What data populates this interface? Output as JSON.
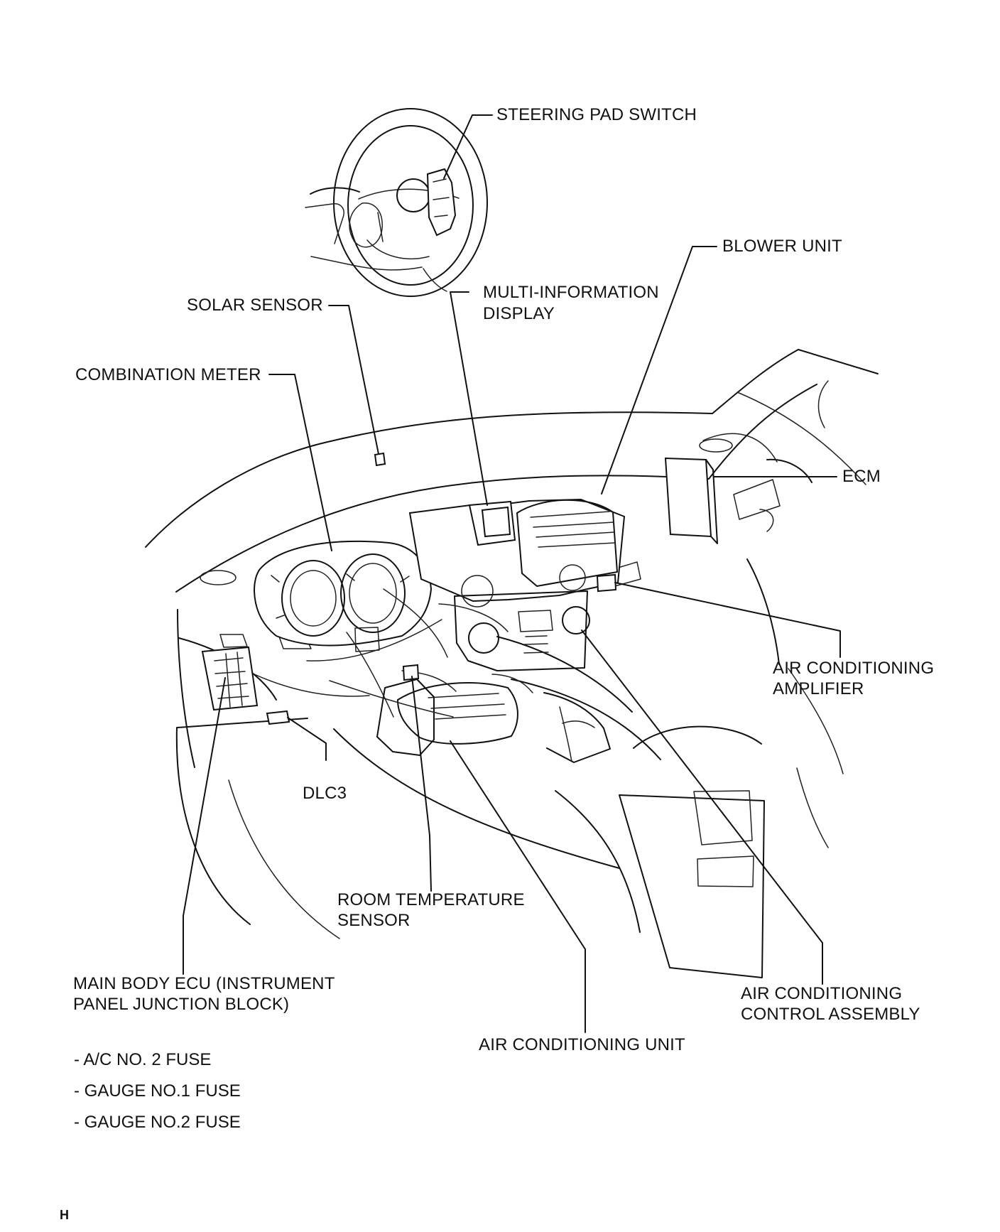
{
  "labels": {
    "steering_pad_switch": "STEERING PAD SWITCH",
    "blower_unit": "BLOWER UNIT",
    "multi_information_display_line1": "MULTI-INFORMATION",
    "multi_information_display_line2": "DISPLAY",
    "solar_sensor": "SOLAR SENSOR",
    "combination_meter": "COMBINATION METER",
    "ecm": "ECM",
    "air_conditioning_amplifier_line1": "AIR CONDITIONING",
    "air_conditioning_amplifier_line2": "AMPLIFIER",
    "dlc3": "DLC3",
    "room_temperature_sensor_line1": "ROOM TEMPERATURE",
    "room_temperature_sensor_line2": "SENSOR",
    "main_body_ecu_line1": "MAIN BODY ECU (INSTRUMENT",
    "main_body_ecu_line2": "PANEL JUNCTION BLOCK)",
    "air_conditioning_control_assembly_line1": "AIR CONDITIONING",
    "air_conditioning_control_assembly_line2": "CONTROL ASSEMBLY",
    "air_conditioning_unit": "AIR CONDITIONING UNIT"
  },
  "fuses": [
    "- A/C NO. 2 FUSE",
    "- GAUGE NO.1 FUSE",
    "- GAUGE NO.2 FUSE"
  ],
  "page_marker": "H"
}
